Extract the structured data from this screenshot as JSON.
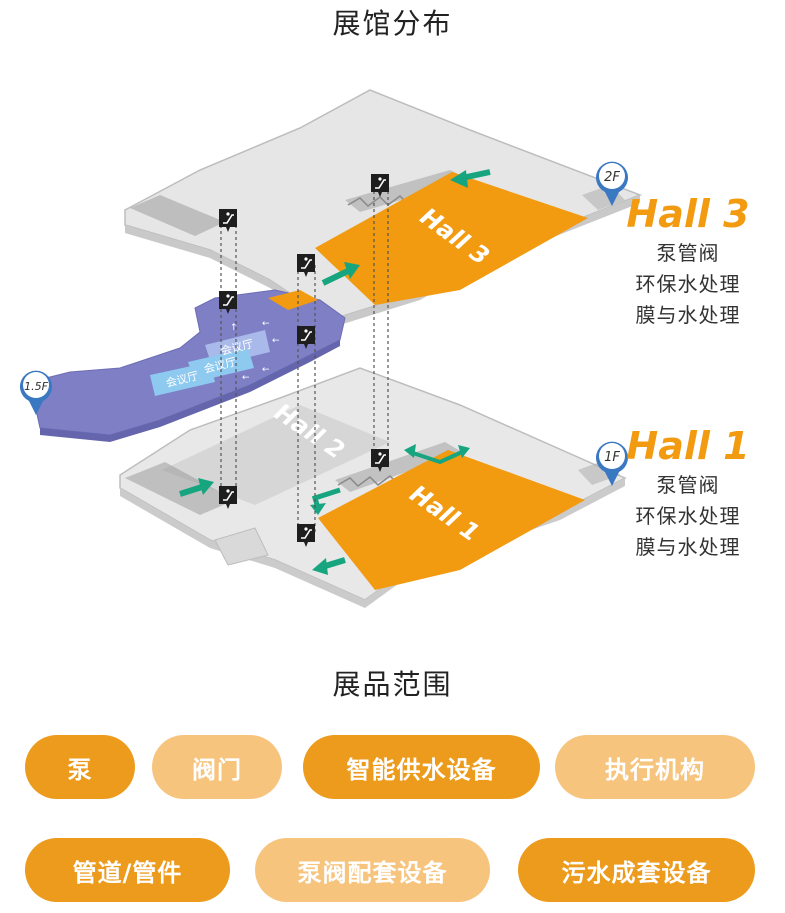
{
  "layout_title": "展馆分布",
  "products_title": "展品范围",
  "halls": [
    {
      "title": "Hall 3",
      "categories": [
        "泵管阀",
        "环保水处理",
        "膜与水处理"
      ]
    },
    {
      "title": "Hall 1",
      "categories": [
        "泵管阀",
        "环保水处理",
        "膜与水处理"
      ]
    }
  ],
  "map": {
    "floor_pins": [
      "2F",
      "1.5F",
      "1F"
    ],
    "hall_labels": [
      "Hall 3",
      "Hall 2",
      "Hall 1"
    ],
    "mezzanine_labels": [
      "会议厅",
      "会议厅",
      "会议厅"
    ]
  },
  "product_pills": [
    {
      "label": "泵",
      "style": "dark"
    },
    {
      "label": "阀门",
      "style": "light"
    },
    {
      "label": "智能供水设备",
      "style": "dark"
    },
    {
      "label": "执行机构",
      "style": "light"
    },
    {
      "label": "管道/管件",
      "style": "dark"
    },
    {
      "label": "泵阀配套设备",
      "style": "light"
    },
    {
      "label": "污水成套设备",
      "style": "dark"
    }
  ],
  "colors": {
    "hall_orange": "#f29a10",
    "pill_dark": "#ec9b1c",
    "pill_light": "#f7c47e",
    "floor_grey": "#e4e4e4",
    "mezzanine_purple": "#7f7fc6",
    "pin_blue": "#3a78c2",
    "arrow_green": "#17a57f"
  },
  "icons": [
    "escalator-icon",
    "map-pin-icon",
    "green-arrow-icon"
  ]
}
